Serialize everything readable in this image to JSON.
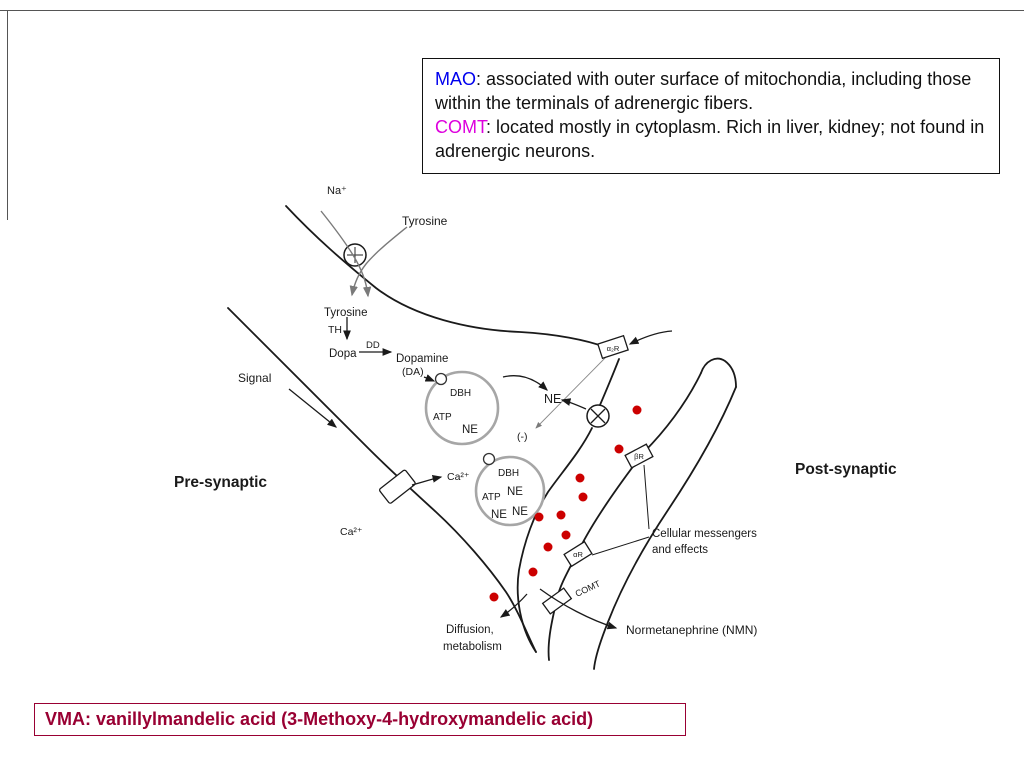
{
  "info_box": {
    "mao_label": "MAO",
    "mao_desc": ": associated with outer surface of mitochondia, including those within the terminals of adrenergic fibers.",
    "comt_label": "COMT",
    "comt_desc": ": located mostly in cytoplasm. Rich in liver, kidney; not found in adrenergic neurons.",
    "mao_color": "#0000ee",
    "comt_color": "#dd00dd"
  },
  "vma_box": {
    "text": "VMA: vanillylmandelic acid (3-Methoxy-4-hydroxymandelic acid)",
    "color": "#990033"
  },
  "diagram": {
    "labels": {
      "na": "Na⁺",
      "tyrosine_out": "Tyrosine",
      "tyrosine_in": "Tyrosine",
      "th": "TH",
      "dopa": "Dopa",
      "dd": "DD",
      "dopamine": "Dopamine",
      "da": "(DA)",
      "dbh1": "DBH",
      "atp1": "ATP",
      "ne_v1": "NE",
      "ne_free": "NE",
      "minus": "(-)",
      "dbh2": "DBH",
      "atp2": "ATP",
      "ne_v2a": "NE",
      "ne_v2b": "NE",
      "ne_v2c": "NE",
      "signal": "Signal",
      "pre_synaptic": "Pre-synaptic",
      "post_synaptic": "Post-synaptic",
      "ca_in": "Ca²⁺",
      "ca_out": "Ca²⁺",
      "alpha2r": "α₂R",
      "betar": "βR",
      "alphar": "αR",
      "comt": "COMT",
      "cellular_messengers_1": "Cellular messengers",
      "cellular_messengers_2": "and effects",
      "nmn": "Normetanephrine (NMN)",
      "diffusion_1": "Diffusion,",
      "diffusion_2": "metabolism"
    },
    "colors": {
      "ne_red": "#cc0000",
      "comt_magenta": "#cc00cc"
    }
  }
}
